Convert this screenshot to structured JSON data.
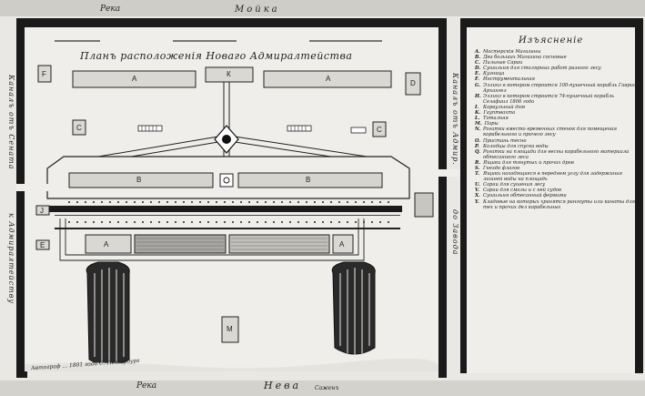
{
  "map": {
    "river_top_left": "Река",
    "river_top_name": "Мойка",
    "river_bottom_left": "Река",
    "river_bottom_name": "Нева",
    "plan_title": "Планъ расположенія Новаго Адмиралтейства",
    "canal_left_a": "Каналъ отъ Сената",
    "canal_left_b": "к Адмиралтейству",
    "canal_right_a": "Каналъ отъ Адмир.",
    "canal_right_b": "до Завода",
    "signature": "Автограф ... 1801 года С.-Петербург",
    "scale_note": "Саженъ"
  },
  "buildings": {
    "A": "А",
    "B": "В",
    "C": "С",
    "D": "D",
    "E": "Е",
    "F": "F",
    "K": "К",
    "M": "М",
    "J": "J"
  },
  "legend": {
    "title": "Изъясненіе",
    "items": [
      {
        "key": "A",
        "text": "Мастерскія Магазины"
      },
      {
        "key": "B",
        "text": "Два больших Магазина сосновые"
      },
      {
        "key": "C",
        "text": "Пильные Сараи"
      },
      {
        "key": "D",
        "text": "Сушильня для столярных работ разного лесу"
      },
      {
        "key": "E",
        "text": "Кузница"
      },
      {
        "key": "F",
        "text": "Инструментальная"
      },
      {
        "key": "G",
        "text": "Эллинг в котором строится 100-пушечный корабль Гавриил Архангел"
      },
      {
        "key": "H",
        "text": "Эллинг в котором строится 74-пушечный корабль Селафиил 1806 года"
      },
      {
        "key": "I",
        "text": "Караульный дом"
      },
      {
        "key": "K",
        "text": "Гауптвахта"
      },
      {
        "key": "L",
        "text": "Тоталная"
      },
      {
        "key": "M",
        "text": "Пары"
      },
      {
        "key": "N",
        "text": "Рогатки вместо временных стенок для помещения корабельного и прочего лесу"
      },
      {
        "key": "O",
        "text": "Пристань тесно"
      },
      {
        "key": "P",
        "text": "Колодцы для спуска воды"
      },
      {
        "key": "Q",
        "text": "Рогатки на площади для весны корабельного материала обтесанного леса"
      },
      {
        "key": "R",
        "text": "Ящики для тянутых и прочих дров"
      },
      {
        "key": "S",
        "text": "Гнездо флагов"
      },
      {
        "key": "T",
        "text": "Ящики находящиеся в переднем углу для задержания лишней воды на площадь"
      },
      {
        "key": "U",
        "text": "Сараи для сушения лесу"
      },
      {
        "key": "V",
        "text": "Сараи для смолы и с ней судов"
      },
      {
        "key": "X",
        "text": "Сушильня обтесанный фермами"
      },
      {
        "key": "Y",
        "text": "Кладовые на которых хранятся рангоуты или канаты для тех и прочих дел корабельных"
      }
    ]
  }
}
